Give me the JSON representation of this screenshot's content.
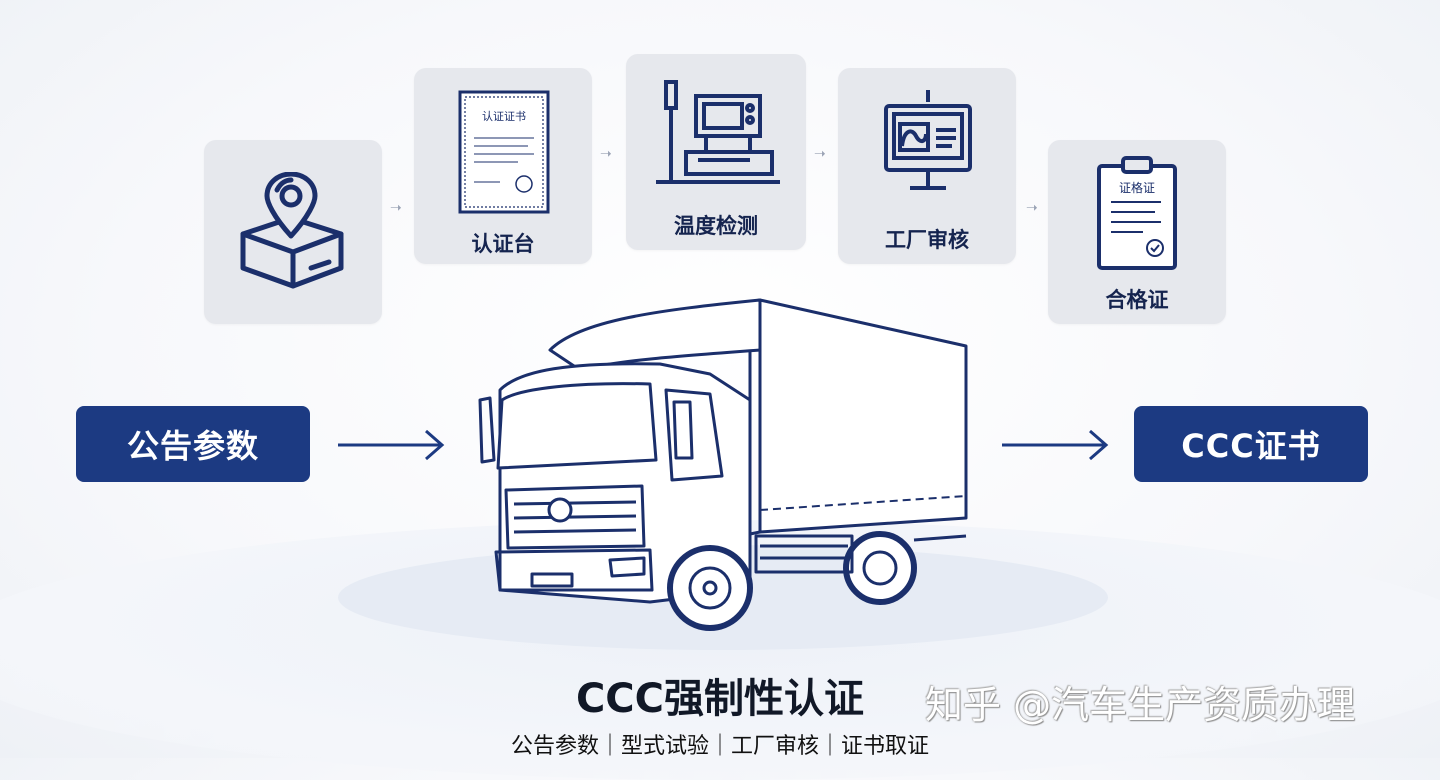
{
  "flow_steps": [
    {
      "label": "",
      "icon": "location-box-icon"
    },
    {
      "label": "认证台",
      "icon": "certificate-icon",
      "doc_title": "认证证书"
    },
    {
      "label": "温度检测",
      "icon": "test-equipment-icon"
    },
    {
      "label": "工厂审核",
      "icon": "monitor-icon"
    },
    {
      "label": "合格证",
      "icon": "clipboard-certificate-icon",
      "doc_title": "证格证"
    }
  ],
  "left_pill": "公告参数",
  "right_pill": "CCC证书",
  "title": "CCC强制性认证",
  "subtitle": "公告参数｜型式试验｜工厂审核｜证书取证",
  "watermark": "知乎 @汽车生产资质办理",
  "colors": {
    "navy": "#1c3a82",
    "card_bg": "#e6e8ed",
    "line": "#1b2f6b"
  },
  "truck_icon": "box-truck-illustration"
}
